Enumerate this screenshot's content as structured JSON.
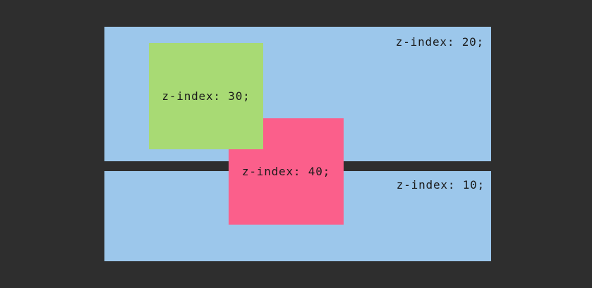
{
  "canvas": {
    "background_color": "#2e2e2e",
    "text_color": "#1a1a1a"
  },
  "boxes": {
    "parent_top": {
      "label": "z-index: 20;",
      "color": "#9cc7eb"
    },
    "parent_bottom": {
      "label": "z-index: 10;",
      "color": "#9cc7eb"
    },
    "child_green": {
      "label": "z-index: 30;",
      "color": "#a8da74"
    },
    "child_pink": {
      "label": "z-index: 40;",
      "color": "#fb5f8b"
    }
  }
}
